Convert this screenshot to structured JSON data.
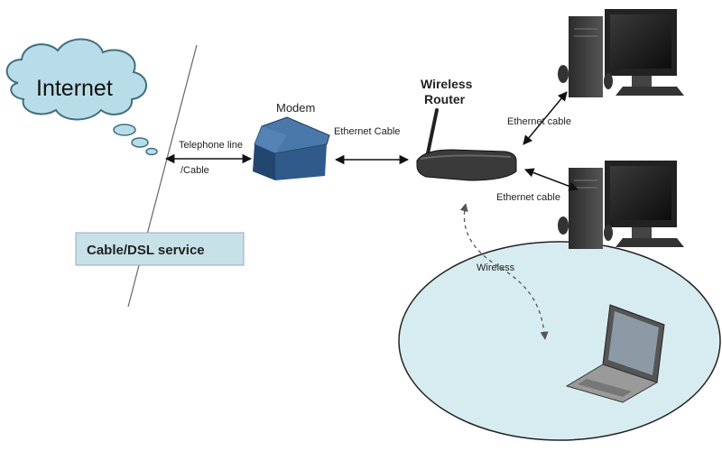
{
  "nodes": {
    "internet": {
      "label": "Internet",
      "icon": "cloud-icon",
      "color": "#b9dde8"
    },
    "modem": {
      "label": "Modem",
      "icon": "modem-icon",
      "color": "#2f5a8a"
    },
    "router": {
      "line1": "Wireless",
      "line2": "Router",
      "icon": "wireless-router-icon"
    },
    "desktop_top": {
      "icon": "desktop-computer-icon"
    },
    "desktop_bottom": {
      "icon": "desktop-computer-icon"
    },
    "laptop": {
      "icon": "laptop-icon"
    },
    "wireless_zone": {
      "color": "#d7ecf0"
    }
  },
  "labels": {
    "telephone_line": "Telephone line",
    "cable": "/Cable",
    "ethernet_modem_router": "Ethernet Cable",
    "ethernet_top": "Ethernet cable",
    "ethernet_bottom": "Ethernet cable",
    "wireless": "Wireless"
  },
  "service_box": {
    "label": "Cable/DSL service"
  }
}
